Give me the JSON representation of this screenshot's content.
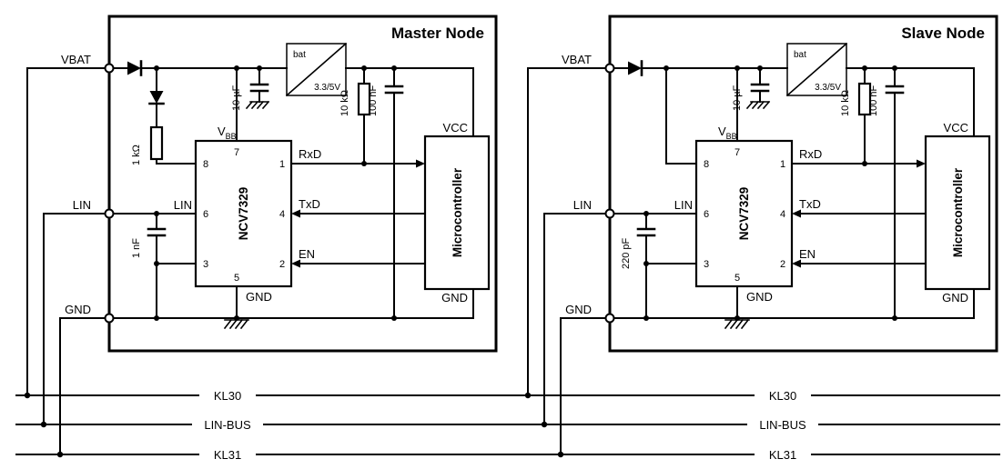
{
  "bus": {
    "kl30": "KL30",
    "linbus": "LIN-BUS",
    "kl31": "KL31"
  },
  "nodes": [
    {
      "title": "Master Node",
      "vbat": "VBAT",
      "lin": "LIN",
      "gnd": "GND",
      "transceiver": {
        "name": "NCV7329",
        "vbb": "V",
        "vbb_sub": "BB",
        "lin_pin": "LIN",
        "gnd_pin": "GND",
        "pin1": "1",
        "pin2": "2",
        "pin3": "3",
        "pin4": "4",
        "pin5": "5",
        "pin6": "6",
        "pin7": "7",
        "pin8": "8"
      },
      "micro": {
        "name": "Microcontroller",
        "vcc": "VCC",
        "gnd": "GND"
      },
      "signals": {
        "rxd": "RxD",
        "txd": "TxD",
        "en": "EN"
      },
      "regulator": {
        "label_top": "bat",
        "label_bottom": "3.3/5V",
        "fill": "#dde3f3"
      },
      "caps": {
        "bulk": "10 µF",
        "decoupling": "100 nF",
        "lin_filter": "1 nF"
      },
      "resistors": {
        "pullup": "10 kΩ",
        "termination": "1 kΩ"
      }
    },
    {
      "title": "Slave Node",
      "vbat": "VBAT",
      "lin": "LIN",
      "gnd": "GND",
      "transceiver": {
        "name": "NCV7329",
        "vbb": "V",
        "vbb_sub": "BB",
        "lin_pin": "LIN",
        "gnd_pin": "GND",
        "pin1": "1",
        "pin2": "2",
        "pin3": "3",
        "pin4": "4",
        "pin5": "5",
        "pin6": "6",
        "pin7": "7",
        "pin8": "8"
      },
      "micro": {
        "name": "Microcontroller",
        "vcc": "VCC",
        "gnd": "GND"
      },
      "signals": {
        "rxd": "RxD",
        "txd": "TxD",
        "en": "EN"
      },
      "regulator": {
        "label_top": "bat",
        "label_bottom": "3.3/5V",
        "fill": "#dde3f3"
      },
      "caps": {
        "bulk": "10 µF",
        "decoupling": "100 nF",
        "lin_filter": "220 pF"
      },
      "resistors": {
        "pullup": "10 kΩ"
      }
    }
  ]
}
